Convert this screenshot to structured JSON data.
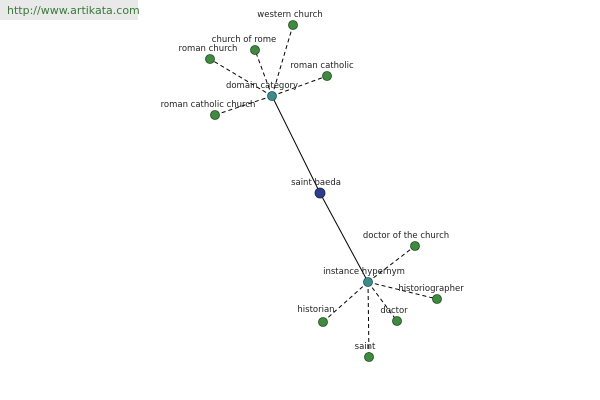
{
  "watermark": "http://www.artikata.com",
  "center": {
    "label": "saint baeda",
    "color": "#2e3d8a"
  },
  "hubs": [
    {
      "id": "domain",
      "label": "domain category",
      "color": "#3d8c8c"
    },
    {
      "id": "hypernym",
      "label": "instance hypernym",
      "color": "#3d8c8c"
    }
  ],
  "leaves": [
    {
      "hub": "domain",
      "label": "western church"
    },
    {
      "hub": "domain",
      "label": "church of rome"
    },
    {
      "hub": "domain",
      "label": "roman church"
    },
    {
      "hub": "domain",
      "label": "roman catholic"
    },
    {
      "hub": "domain",
      "label": "roman catholic church"
    },
    {
      "hub": "hypernym",
      "label": "doctor of the church"
    },
    {
      "hub": "hypernym",
      "label": "historiographer"
    },
    {
      "hub": "hypernym",
      "label": "historian"
    },
    {
      "hub": "hypernym",
      "label": "doctor"
    },
    {
      "hub": "hypernym",
      "label": "saint"
    }
  ],
  "leaf_color": "#3f8a3f"
}
